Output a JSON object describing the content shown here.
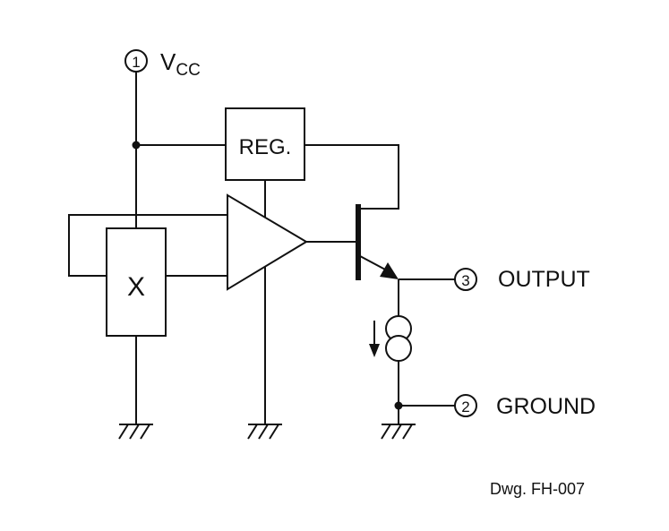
{
  "pins": {
    "vcc": {
      "number": "1",
      "label_main": "V",
      "label_sub": "CC"
    },
    "output": {
      "number": "3",
      "label": "OUTPUT"
    },
    "ground": {
      "number": "2",
      "label": "GROUND"
    }
  },
  "blocks": {
    "regulator": "REG.",
    "sensor": "X"
  },
  "drawing_number": "Dwg. FH-007"
}
